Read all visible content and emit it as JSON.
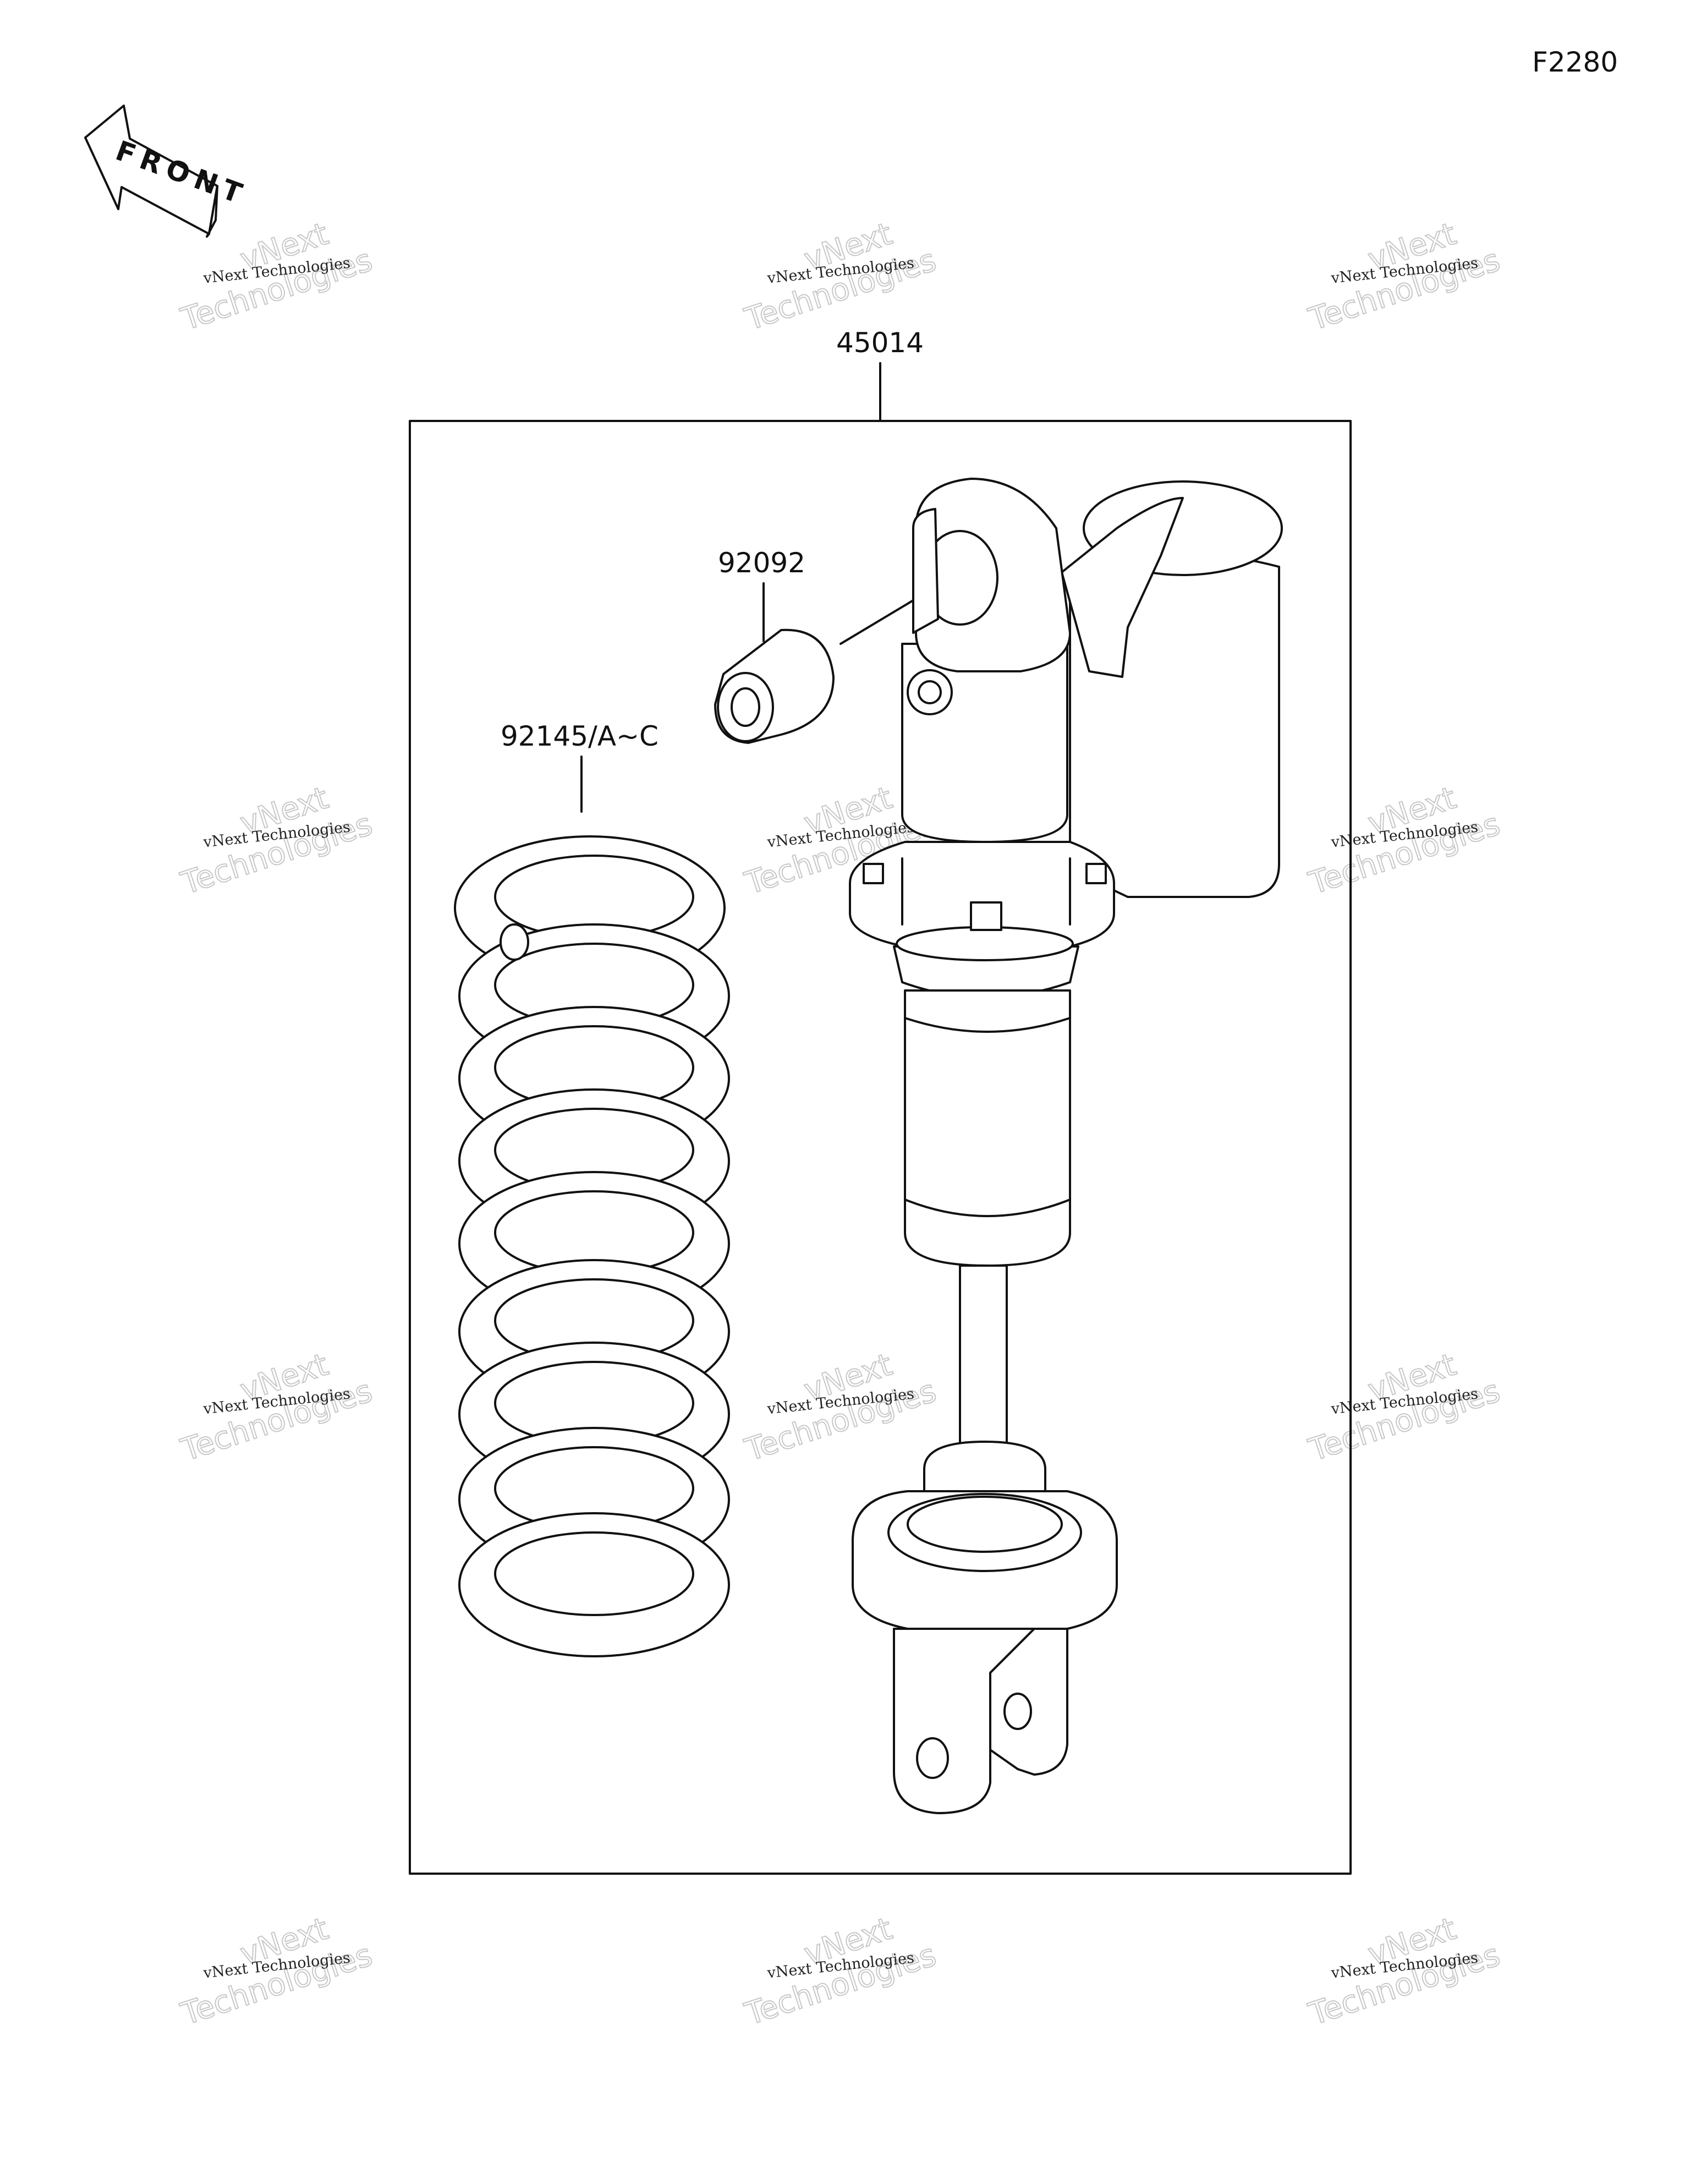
{
  "figure_code": "F2280",
  "front_indicator": "FRONT",
  "parts": {
    "shock_assembly": "45014",
    "bushing": "92092",
    "spring": "92145/A~C"
  },
  "watermark": {
    "small": "vNext Technologies",
    "big_line1": "vNext",
    "big_line2": "Technologies"
  },
  "colors": {
    "line": "#111111",
    "watermark": "#c8c8c8",
    "background": "#ffffff"
  }
}
